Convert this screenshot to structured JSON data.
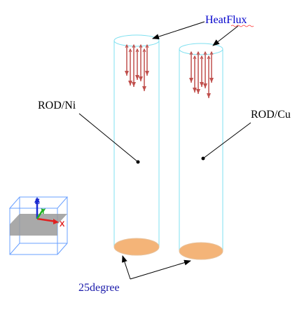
{
  "labels": {
    "heatflux": "HeatFlux",
    "rod_ni": "ROD/Ni",
    "rod_cu": "ROD/Cu",
    "degree": "25degree"
  },
  "axes": {
    "x": "X",
    "y": "Y",
    "z": "Z"
  },
  "colors": {
    "rod_outline": "#7fe0f0",
    "base_fill": "#f4b478",
    "heatflux_arrow": "#c0504d",
    "heatflux_label": "#0000cc",
    "degree_label": "#1a1aaa",
    "text": "#000000",
    "leader_line": "#000000",
    "axis_x": "#e02020",
    "axis_y": "#20b020",
    "axis_z": "#1a2ad0",
    "triad_box": "#6aa0ff",
    "triad_plane": "#9a9a9a"
  }
}
